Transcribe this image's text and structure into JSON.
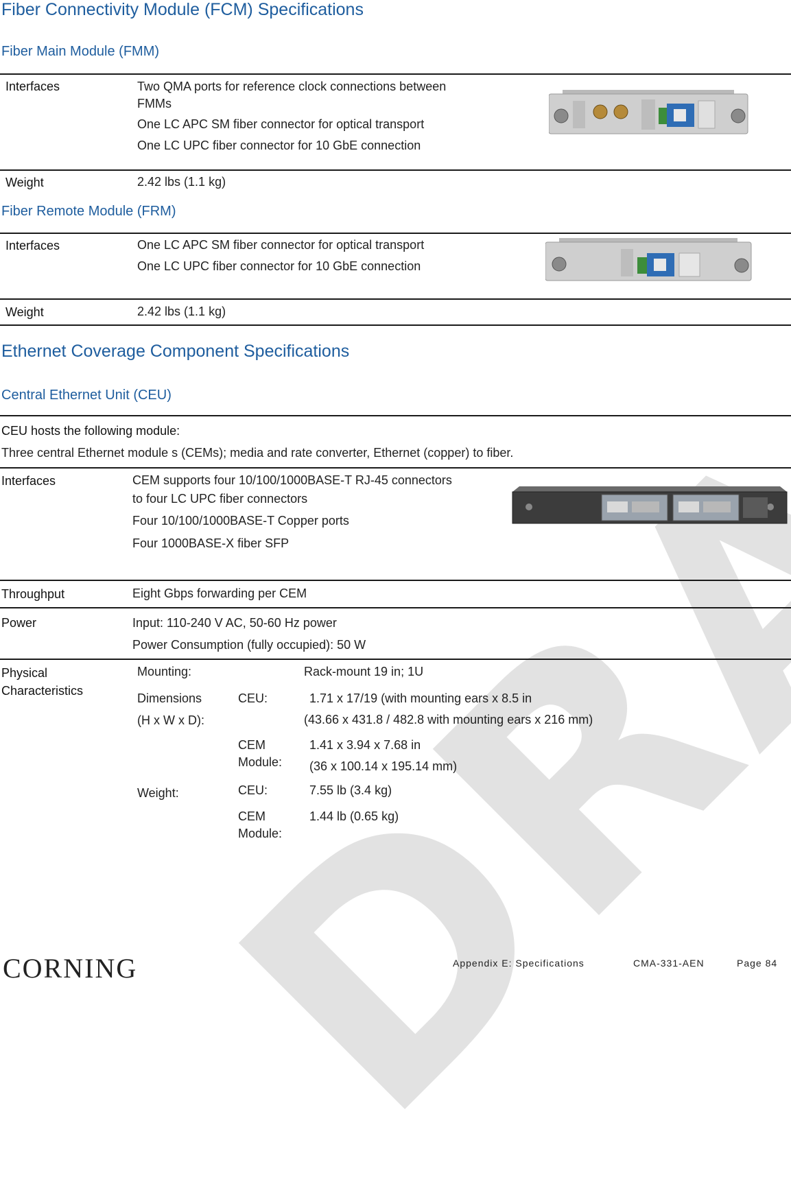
{
  "watermark": "DRAFT",
  "fcm": {
    "title": "Fiber Connectivity Module (FCM) Specifications",
    "fmm": {
      "title": "Fiber Main Module (FMM)",
      "interfaces_label": "Interfaces",
      "interfaces": [
        "Two QMA ports for reference clock connections between",
        "FMMs",
        "One LC APC SM fiber connector for optical transport",
        "One LC UPC fiber connector for 10 GbE connection"
      ],
      "weight_label": "Weight",
      "weight": "2.42 lbs (1.1 kg)"
    },
    "frm": {
      "title": "Fiber Remote Module (FRM)",
      "interfaces_label": "Interfaces",
      "interfaces": [
        "One LC APC SM fiber connector for optical transport",
        "One LC UPC fiber connector for 10 GbE connection"
      ],
      "weight_label": "Weight",
      "weight": "2.42 lbs (1.1 kg)"
    }
  },
  "ethernet": {
    "title": "Ethernet Coverage Component Specifications",
    "ceu": {
      "title": "Central Ethernet Unit (CEU)",
      "hosts_label": "CEU hosts the following module:",
      "hosts_text": "Three central Ethernet module s (CEMs); media and rate converter, Ethernet (copper) to fiber.",
      "interfaces_label": "Interfaces",
      "interfaces": [
        "CEM supports four 10/100/1000BASE-T RJ-45 connectors",
        "to four LC UPC fiber connectors",
        "Four 10/100/1000BASE-T Copper ports",
        "Four 1000BASE-X fiber SFP"
      ],
      "throughput_label": "Throughput",
      "throughput": "Eight Gbps forwarding per CEM",
      "power_label": "Power",
      "power": [
        "Input: 110-240 V AC, 50-60 Hz power",
        "Power Consumption (fully occupied): 50 W"
      ],
      "physical_label_1": "Physical",
      "physical_label_2": "Characteristics",
      "mounting_label": "Mounting:",
      "mounting": "Rack-mount 19 in; 1U",
      "dimensions_label_1": "Dimensions",
      "dimensions_label_2": "(H x W x D):",
      "ceu_label": "CEU:",
      "ceu_dim_1": "1.71 x 17/19 (with mounting ears x 8.5 in",
      "ceu_dim_2": "(43.66 x 431.8 / 482.8 with mounting ears x 216 mm)",
      "cem_label_1": "CEM",
      "cem_label_2": "Module:",
      "cem_dim_1": "1.41 x 3.94 x 7.68 in",
      "cem_dim_2": "(36 x 100.14 x 195.14 mm)",
      "weight_label": "Weight:",
      "ceu_weight_label": "CEU:",
      "ceu_weight": "7.55 lb (3.4 kg)",
      "cem_weight_label_1": "CEM",
      "cem_weight_label_2": "Module:",
      "cem_weight": "1.44 lb (0.65 kg)"
    }
  },
  "footer": {
    "logo": "CORNING",
    "section": "Appendix E: Specifications",
    "doc_id": "CMA-331-AEN",
    "page": "Page 84"
  }
}
